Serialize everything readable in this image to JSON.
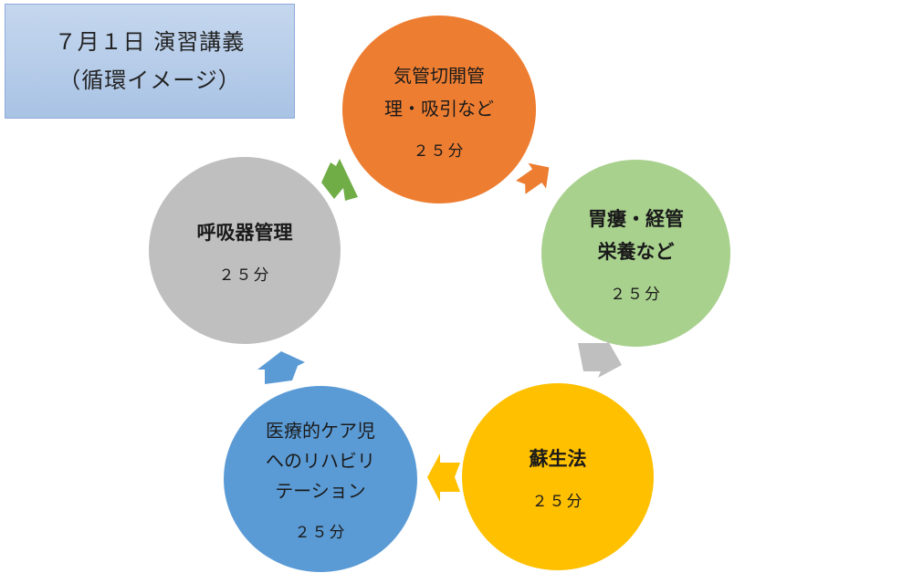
{
  "title": {
    "line1": "７月１日 演習講義",
    "line2": "（循環イメージ）"
  },
  "nodes": [
    {
      "lines": [
        "気管切開管",
        "理・吸引など"
      ],
      "time": "２５分",
      "color": "#ed7d31"
    },
    {
      "lines": [
        "胃瘻・経管",
        "栄養など"
      ],
      "time": "２５分",
      "color": "#a9d18e"
    },
    {
      "lines": [
        "蘇生法"
      ],
      "time": "２５分",
      "color": "#ffc000"
    },
    {
      "lines": [
        "医療的ケア児",
        "へのリハビリ",
        "テーション"
      ],
      "time": "２５分",
      "color": "#5b9bd5"
    },
    {
      "lines": [
        "呼吸器管理"
      ],
      "time": "２５分",
      "color": "#bfbfbf"
    }
  ],
  "arrow_colors": [
    "#ed7d31",
    "#bfbfbf",
    "#ffc000",
    "#5b9bd5",
    "#70ad47"
  ]
}
